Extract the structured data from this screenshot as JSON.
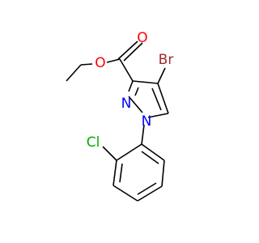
{
  "molecule": {
    "atoms": {
      "oxygen_carbonyl": "O",
      "oxygen_ester": "O",
      "bromine": "Br",
      "nitrogen_2": "N",
      "nitrogen_1": "N",
      "chlorine": "Cl"
    }
  },
  "colors": {
    "bond": "#000000",
    "oxygen": "#ff0000",
    "nitrogen": "#0000ff",
    "bromine": "#a52a2a",
    "chlorine": "#00b000"
  }
}
